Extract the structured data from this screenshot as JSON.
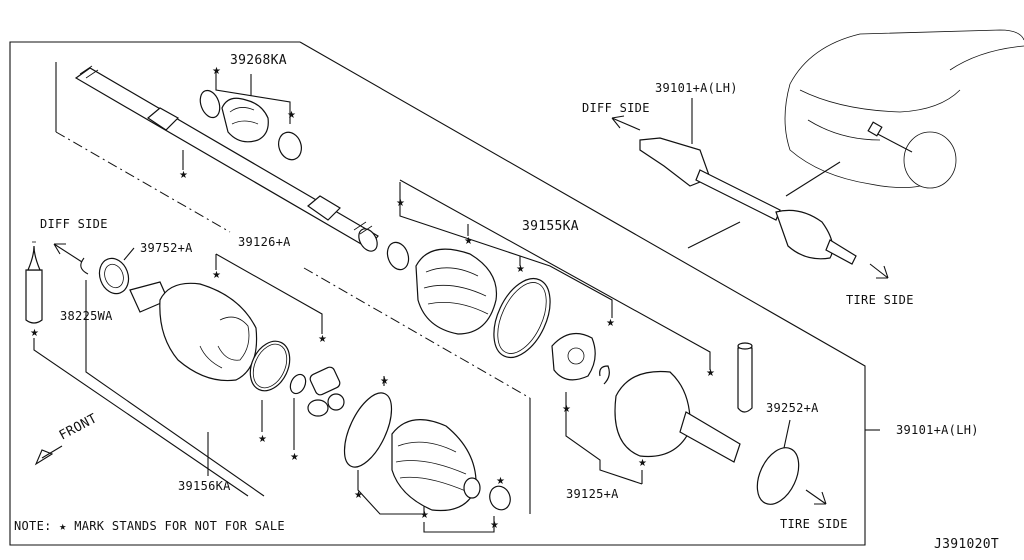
{
  "labels": {
    "p39268ka": "39268KA",
    "p39101_lh_top": "39101+A(LH)",
    "diff_side_top": "DIFF SIDE",
    "p39155ka": "39155KA",
    "diff_side_left": "DIFF SIDE",
    "p39752": "39752+A",
    "p39126": "39126+A",
    "p38225wa": "38225WA",
    "tire_side_top": "TIRE SIDE",
    "p39252": "39252+A",
    "p39101_lh_right": "39101+A(LH)",
    "front": "FRONT",
    "p39156ka": "39156KA",
    "p39125": "39125+A",
    "tire_side_bottom": "TIRE SIDE",
    "note": "NOTE: ★ MARK STANDS FOR NOT FOR SALE",
    "diagram_code": "J391020T"
  },
  "star_mark": "★"
}
